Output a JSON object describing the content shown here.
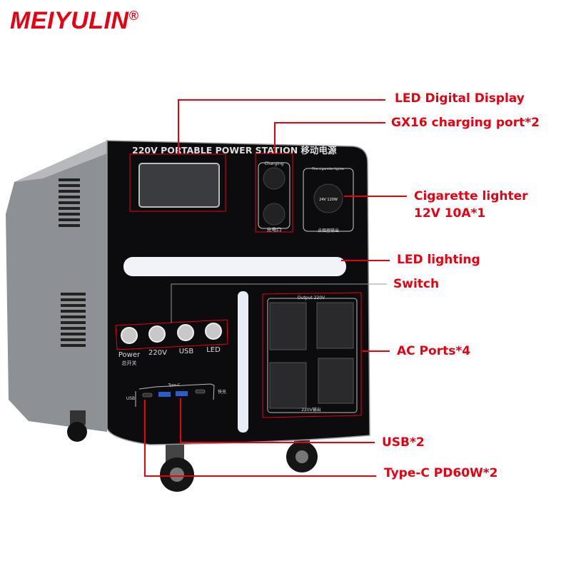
{
  "brand": {
    "name": "MEIYULIN",
    "mark": "®",
    "color": "#e60012"
  },
  "device": {
    "panel_title": "220V PORTABLE POWER STATION 移动电源",
    "charging_top": "Charging",
    "charging_bottom": "充电口",
    "lighter_top": "The cigarette lighter",
    "lighter_bottom": "点烟器输出",
    "lighter_rating": "24V 120W",
    "switches": [
      "Power",
      "220V",
      "USB",
      "LED"
    ],
    "power_sub": "总开关",
    "usb_left": "USB",
    "usb_group": "Type-C",
    "fast_charge": "快充",
    "output_top": "Output 220V",
    "output_bottom": "220V输出"
  },
  "annotations": {
    "led_display": "LED Digital Display",
    "gx16": "GX16 charging port*2",
    "lighter_line1": "Cigarette lighter",
    "lighter_line2": "12V 10A*1",
    "led_lighting": "LED lighting",
    "switch": "Switch",
    "ac_ports": "AC Ports*4",
    "usb": "USB*2",
    "type_c": "Type-C PD60W*2"
  }
}
